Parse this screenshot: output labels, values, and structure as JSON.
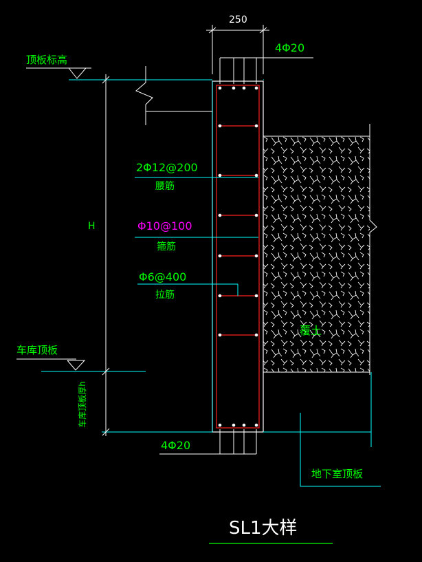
{
  "colors": {
    "background": "#000000",
    "dimension": "#00ff00",
    "concrete": "#ffffff",
    "rebar": "#ff2020",
    "stirrup_label": "#ff00ff",
    "outline": "#00ffff"
  },
  "dimension": {
    "width": "250",
    "height": "H"
  },
  "labels": {
    "top_bars": "4Φ20",
    "bottom_bars": "4Φ20",
    "roof_level": "顶板标高",
    "garage_roof": "车库顶板",
    "garage_thickness": "车库顶板厚h",
    "waist_bar_spec": "2Φ12@200",
    "waist_bar_name": "腰筋",
    "stirrup_spec": "Φ10@100",
    "stirrup_name": "箍筋",
    "tie_spec": "Φ6@400",
    "tie_name": "拉筋",
    "soil": "覆土",
    "basement_roof": "地下室顶板",
    "title": "SL1大样"
  }
}
